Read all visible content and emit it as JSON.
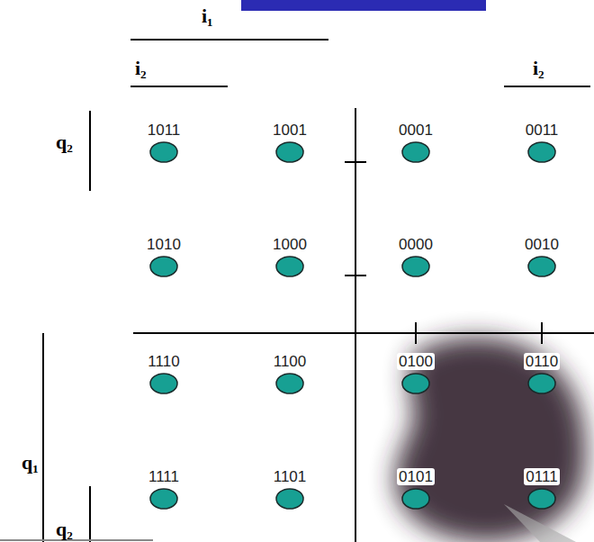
{
  "diagram": {
    "nodes": [
      {
        "text": [
          "1011"
        ]
      },
      {
        "text": [
          "1001"
        ]
      },
      {
        "text": [
          "0001"
        ]
      },
      {
        "text": [
          "0011"
        ]
      },
      {
        "text": [
          "1010"
        ]
      },
      {
        "text": [
          "1000"
        ]
      },
      {
        "text": [
          "0000"
        ]
      },
      {
        "text": [
          "0010"
        ]
      },
      {
        "text": [
          "1110"
        ]
      },
      {
        "text": [
          "1100"
        ]
      },
      {
        "text": [
          "0100"
        ]
      },
      {
        "text": [
          "0110"
        ]
      },
      {
        "text": [
          "1111"
        ]
      },
      {
        "text": [
          "1101"
        ]
      },
      {
        "text": [
          "0101"
        ]
      },
      {
        "text": [
          "0111"
        ]
      }
    ],
    "labels": [
      "i₁",
      "i₂",
      "i₂",
      "q₂",
      "q₁",
      "q₂"
    ]
  }
}
